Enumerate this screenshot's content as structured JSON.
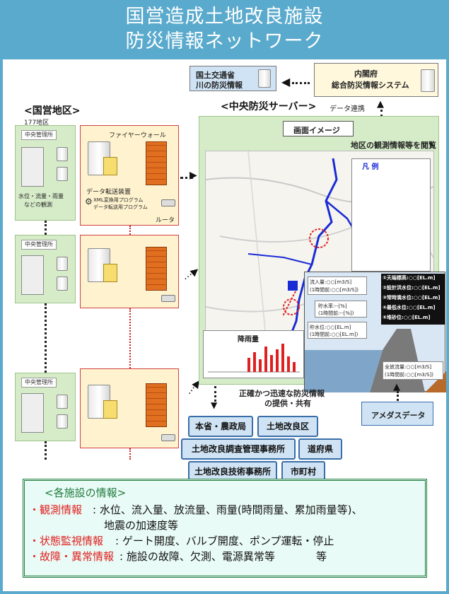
{
  "title": {
    "line1": "国営造成土地改良施設",
    "line2": "防災情報ネットワーク"
  },
  "left": {
    "heading": "<国営地区>",
    "count": "177地区"
  },
  "center": {
    "heading": "<中央防災サーバー>"
  },
  "mlit": {
    "line1": "国土交通省",
    "line2": "川の防災情報"
  },
  "cabinet": {
    "line1": "内閣府",
    "line2": "総合防災情報システム",
    "link": "データ連携"
  },
  "manager_label": "中央管理所",
  "observation": {
    "line1": "水位・流量・雨量",
    "line2": "などの観測"
  },
  "firewall": "ファイヤーウォール",
  "transfer": {
    "title": "データ転送装置",
    "item1": "XML変換用プログラム",
    "item2": "データ転送用プログラム"
  },
  "router": "ルータ",
  "screen": {
    "tab": "画面イメージ",
    "title": "地区の観測情報等を閲覧",
    "legend_title": "凡 例",
    "rain_title": "降雨量"
  },
  "popup": {
    "inflow": "流入量:○○[m3/S]",
    "inflow_prev": "(1時間前:○○[m3/S])",
    "storage": "貯水率:--[%]",
    "storage_prev": "(1時間前:--[%])",
    "level": "貯水位:○○[EL.m]",
    "level_prev": "(1時間前:○○[EL.m])",
    "outflow": "全放流量:○○[m3/S]",
    "outflow_prev": "(1時間前:○○[m3/S])",
    "rows": [
      "①天端標高:○○[EL.m]",
      "②設計洪水位:○○[EL.m]",
      "③常時満水位:○○[EL.m]",
      "④最低水位:○○[EL.m]",
      "⑤堆砂位:○○[EL.m]"
    ]
  },
  "share": {
    "line1": "正確かつ迅速な防災情報",
    "line2": "の提供・共有"
  },
  "amedas": "アメダスデータ",
  "recipients": [
    "本省・農政局",
    "土地改良区",
    "土地改良調査管理事務所",
    "道府県",
    "土地改良技術事務所",
    "市町村"
  ],
  "facility": {
    "title": "<各施設の情報>",
    "obs_label": "・観測情報",
    "obs_text": ": 水位、流入量、放流量、雨量(時間雨量、累加雨量等)、",
    "obs_text2": "地震の加速度等",
    "status_label": "・状態監視情報",
    "status_text": ": ゲート開度、バルブ開度、ポンプ運転・停止",
    "fault_label": "・故障・異常情報",
    "fault_text": ": 施設の故障、欠測、電源異常等",
    "etc": "等"
  },
  "colors": {
    "frame": "#5aaacd",
    "accent_red": "#e02020",
    "panel_green": "#d6ecc9",
    "recipient_blue": "#cfe3f4"
  }
}
